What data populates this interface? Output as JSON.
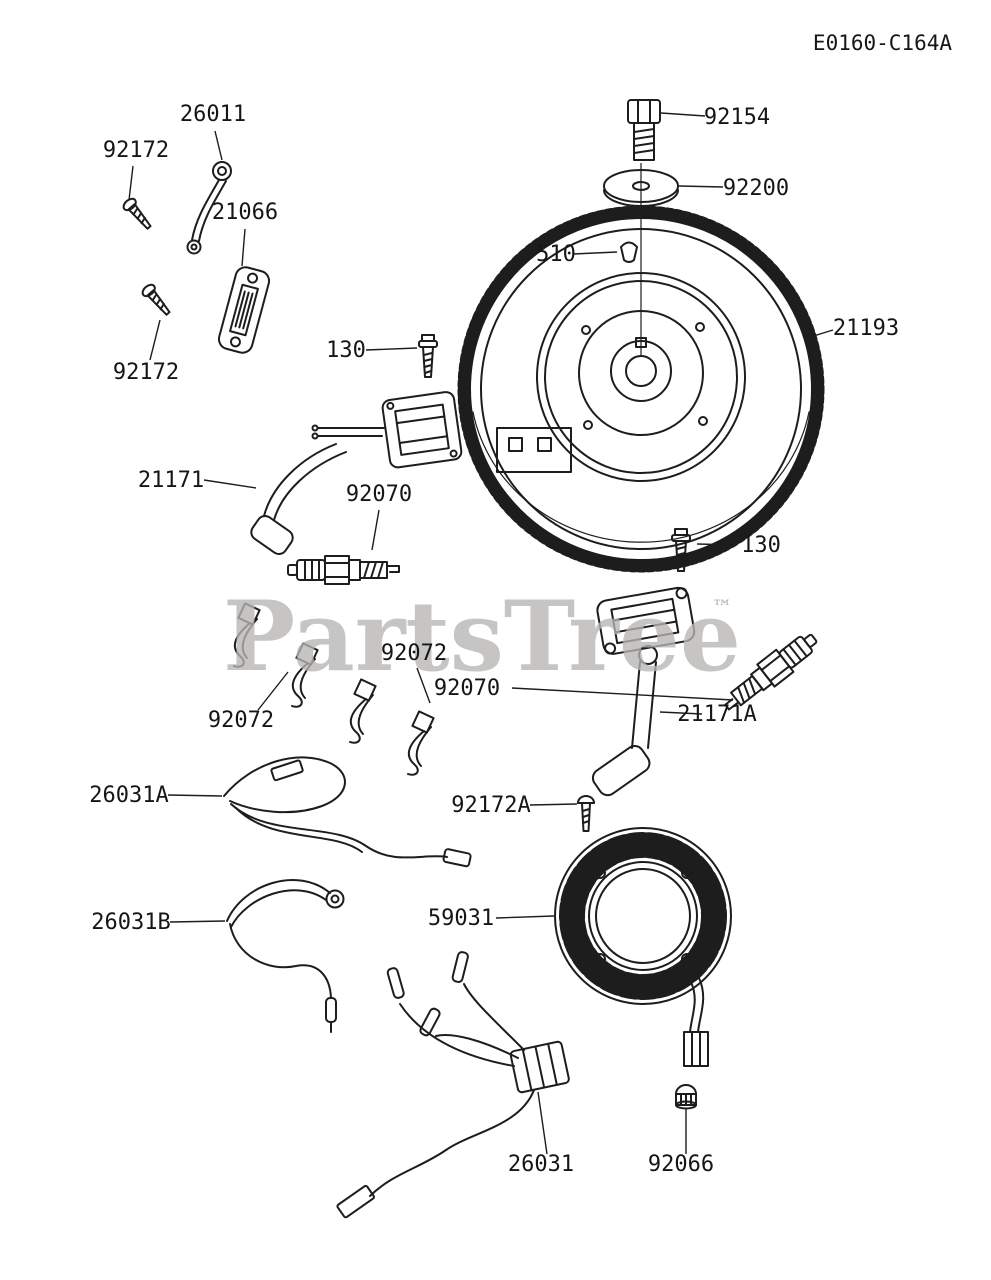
{
  "diagram": {
    "code": "E0160-C164A"
  },
  "watermark": {
    "text": "PartsTree",
    "tm": "™"
  },
  "callouts": {
    "p26011": "26011",
    "p92172_upper": "92172",
    "p21066": "21066",
    "p92154": "92154",
    "p92200": "92200",
    "p510": "510",
    "p21193": "21193",
    "p92172_lower": "92172",
    "p130_left": "130",
    "p21171": "21171",
    "p92070_left": "92070",
    "p130_right": "130",
    "p92072_upper": "92072",
    "p92070_right": "92070",
    "p92072_lower": "92072",
    "p21171A": "21171A",
    "p26031A": "26031A",
    "p92172A": "92172A",
    "p26031B": "26031B",
    "p59031": "59031",
    "p26031": "26031",
    "p92066": "92066"
  },
  "colors": {
    "line": "#1d1d1d",
    "watermark": "#b7b6b4",
    "background": "#ffffff"
  }
}
